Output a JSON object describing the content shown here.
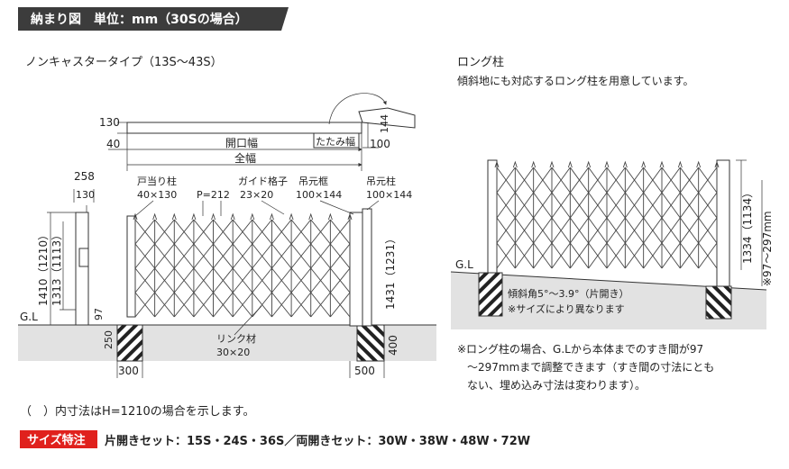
{
  "header": {
    "title": "納まり図　単位：mm（30Sの場合）"
  },
  "left": {
    "subtitle": "ノンキャスタータイプ（13S〜43S）",
    "top_dims": {
      "d130": "130",
      "d40": "40",
      "d144": "144",
      "d100": "100",
      "opening": "開口幅",
      "folded": "たたみ幅",
      "total": "全幅"
    },
    "labels": {
      "tobashira": "戸当り柱",
      "tobashira_size": "40×130",
      "pitch": "P=212",
      "guide": "ガイド格子",
      "guide_size": "23×20",
      "frame": "吊元框",
      "frame_size": "100×144",
      "post": "吊元柱",
      "post_size": "100×144",
      "link": "リンク材",
      "link_size": "30×20"
    },
    "side_dims": {
      "d258": "258",
      "d130": "130",
      "h1410": "1410（1210）",
      "h1313": "1313（1113）",
      "d97": "97",
      "gl": "G.L",
      "d250": "250",
      "d300": "300",
      "h1431": "1431（1231）",
      "d400": "400",
      "d500": "500"
    }
  },
  "right": {
    "title": "ロング柱",
    "desc": "傾斜地にも対応するロング柱を用意しています。",
    "gl": "G.L",
    "h1334": "1334（1134）",
    "range": "※97〜297mm",
    "angle": "傾斜角5°〜3.9°（片開き）",
    "angle_note": "※サイズにより異なります",
    "note1": "※ロング柱の場合、G.Lから本体までのすき間が97",
    "note2": "〜297mmまで調整できます（すき間の寸法にとも",
    "note3": "ない、埋め込み寸法は変わります）。"
  },
  "footer": {
    "paren_note": "（　）内寸法はH=1210の場合を示します。",
    "badge": "サイズ特注",
    "sets": "片開きセット：15S・24S・36S／両開きセット：30W・38W・48W・72W"
  },
  "colors": {
    "badge": "#e0211d",
    "header": "#3c3c3c",
    "ground": "#e2e2e2"
  }
}
